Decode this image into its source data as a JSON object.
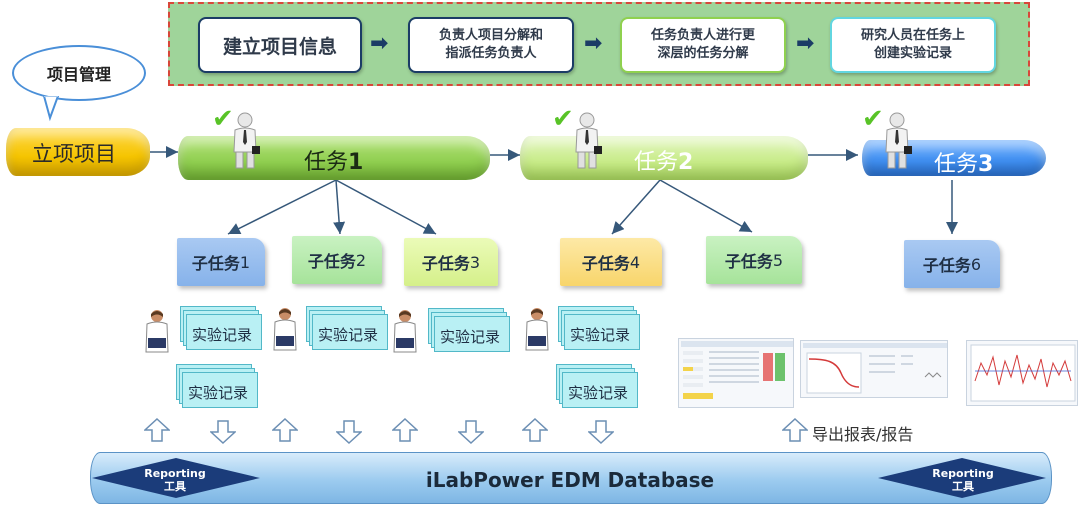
{
  "workflow": {
    "steps": [
      "建立项目信息",
      "负责人项目分解和\n指派任务负责人",
      "任务负责人进行更\n深层的任务分解",
      "研究人员在任务上\n创建实验记录"
    ],
    "arrow": "➡"
  },
  "bubble": {
    "label": "项目管理"
  },
  "project": {
    "label": "立项项目"
  },
  "tasks": [
    {
      "label": "任务",
      "num": "1"
    },
    {
      "label": "任务",
      "num": "2"
    },
    {
      "label": "任务",
      "num": "3"
    }
  ],
  "check": "✔",
  "subtasks": [
    {
      "label": "子任务",
      "num": "1"
    },
    {
      "label": "子任务",
      "num": "2"
    },
    {
      "label": "子任务",
      "num": "3"
    },
    {
      "label": "子任务",
      "num": "4"
    },
    {
      "label": "子任务",
      "num": "5"
    },
    {
      "label": "子任务",
      "num": "6"
    }
  ],
  "record_label": "实验记录",
  "export_label": "导出报表/报告",
  "database": {
    "title": "iLabPower EDM Database",
    "left_tool": {
      "line1": "Reporting",
      "line2": "工具"
    },
    "right_tool": {
      "line1": "Reporting",
      "line2": "工具"
    }
  },
  "colors": {
    "banner_bg": "#9fd49a",
    "banner_border": "#d9463a",
    "task1": "#8fce4f",
    "task2": "#c7eb87",
    "task3": "#3f8ef0",
    "project": "#f5c400",
    "db": "#9ccbef",
    "arrow_dark": "#1b3c66"
  }
}
